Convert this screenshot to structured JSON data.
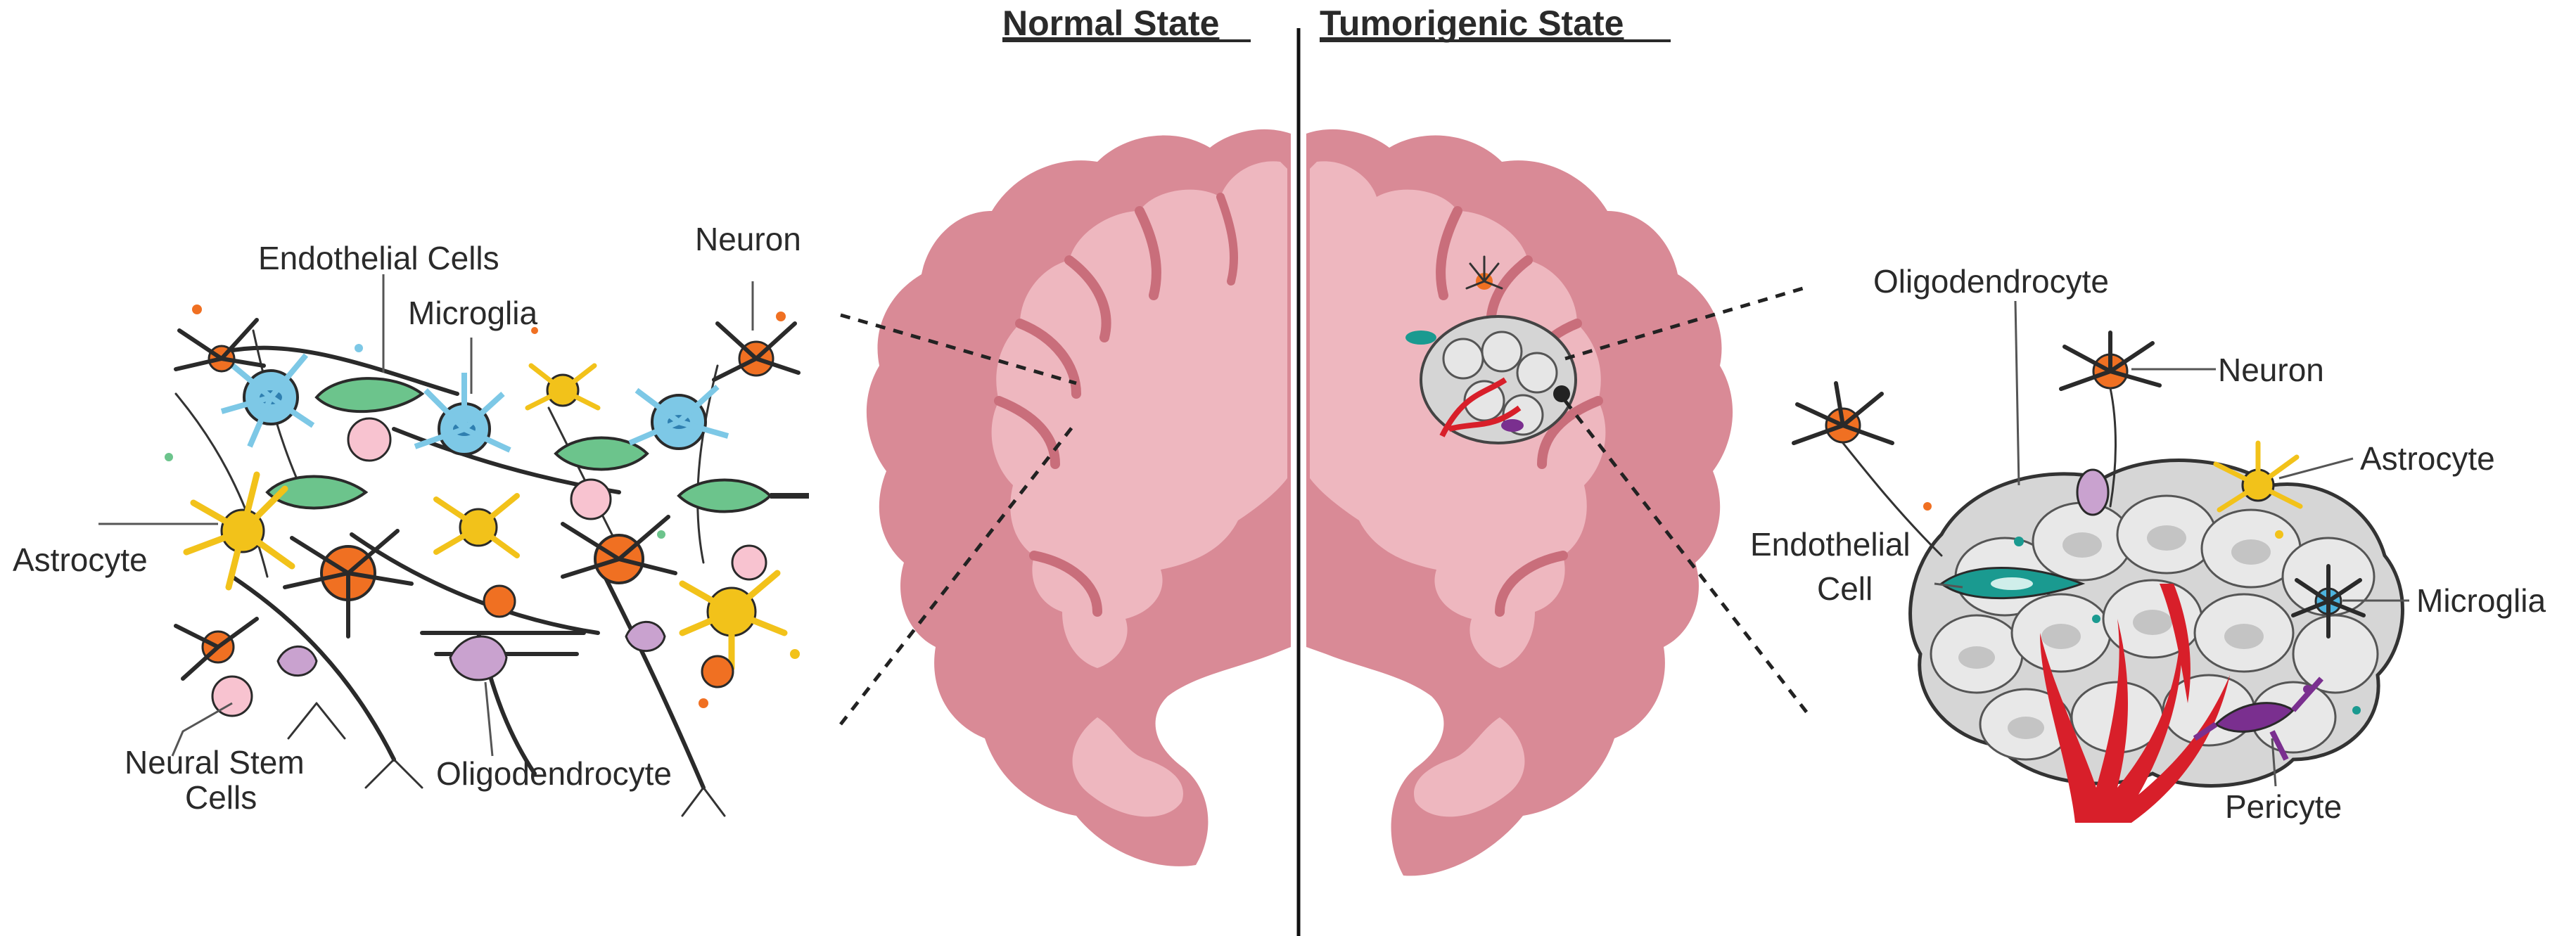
{
  "headers": {
    "normal": "Normal State",
    "tumor": "Tumorigenic State"
  },
  "left_labels": {
    "endothelial": "Endothelial Cells",
    "microglia": "Microglia",
    "neuron": "Neuron",
    "astrocyte": "Astrocyte",
    "neural_stem_line1": "Neural Stem",
    "neural_stem_line2": "Cells",
    "oligodendrocyte": "Oligodendrocyte"
  },
  "right_labels": {
    "oligodendrocyte": "Oligodendrocyte",
    "neuron": "Neuron",
    "astrocyte": "Astrocyte",
    "endothelial_line1": "Endothelial",
    "endothelial_line2": "Cell",
    "microglia": "Microglia",
    "pericyte": "Pericyte"
  },
  "colors": {
    "brain_outer": "#d98a96",
    "brain_inner": "#eeb7bf",
    "brain_dark": "#c96e7b",
    "neuron": "#f07022",
    "astrocyte": "#f2c21a",
    "microglia": "#7dc8e6",
    "endothelial": "#6cc48c",
    "stem_cell": "#f8c3d0",
    "oligodendrocyte": "#c9a2cf",
    "vessel": "#d81f2a",
    "tumor_cell": "#dcdcdc",
    "pericyte": "#7a2f8f",
    "tumor_endothelial": "#1a9a90"
  }
}
